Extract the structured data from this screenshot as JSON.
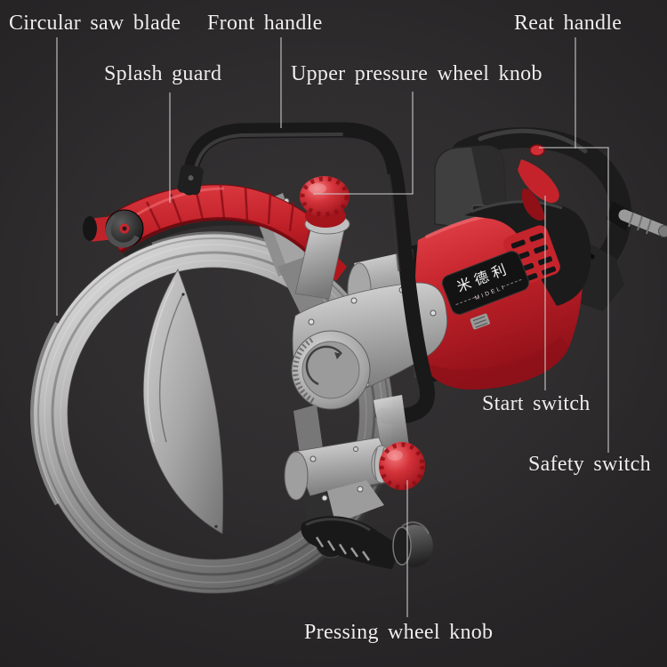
{
  "scene": {
    "kind": "product-callout-diagram",
    "product": "electric ring saw cutter",
    "background_color": "#2e2c2d"
  },
  "labels": {
    "circular_saw_blade": "Circular saw blade",
    "front_handle": "Front handle",
    "reat_handle": "Reat handle",
    "splash_guard": "Splash guard",
    "upper_pressure_wheel_knob": "Upper pressure wheel knob",
    "start_switch": "Start switch",
    "safety_switch": "Safety switch",
    "pressing_wheel_knob": "Pressing wheel knob"
  },
  "brand": {
    "cjk": "米德利",
    "latin": "MIDELI"
  },
  "colors": {
    "accent_red": "#c4232b",
    "red_light": "#e8484f",
    "red_dark": "#8f1018",
    "label_text": "#f0efee",
    "leader_line": "#c9c9c9",
    "metal_light": "#ececec",
    "metal_dark": "#636363",
    "body_black": "#1b1b1b"
  }
}
